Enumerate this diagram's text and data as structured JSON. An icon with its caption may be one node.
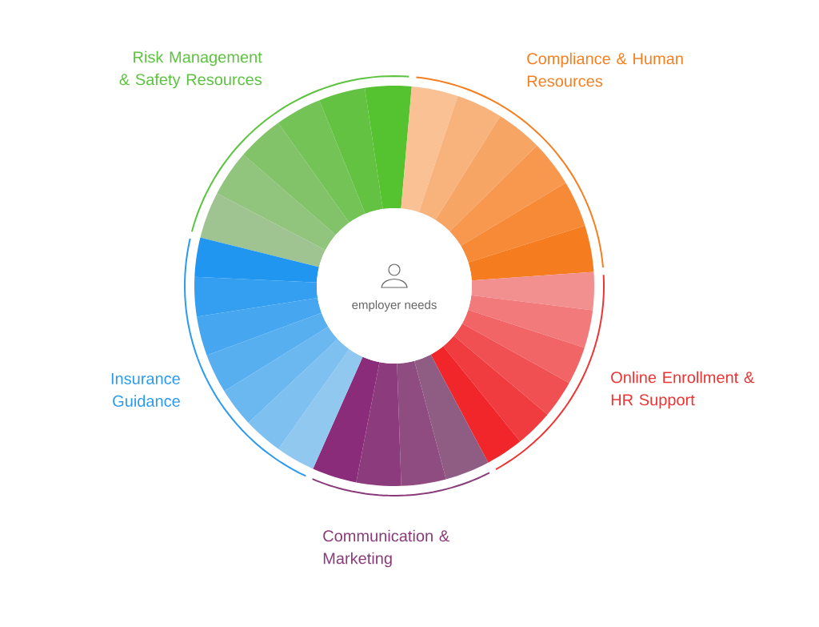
{
  "diagram": {
    "nodes": [
      {
        "text": [
          "employer needs"
        ]
      },
      {
        "text": [
          "Risk Management & Safety Resources"
        ]
      },
      {
        "text": [
          "Compliance & Human Resources"
        ]
      },
      {
        "text": [
          "Online Enrollment & HR Support"
        ]
      },
      {
        "text": [
          "Communication & Marketing"
        ]
      },
      {
        "text": [
          "Insurance Guidance"
        ]
      }
    ]
  }
}
